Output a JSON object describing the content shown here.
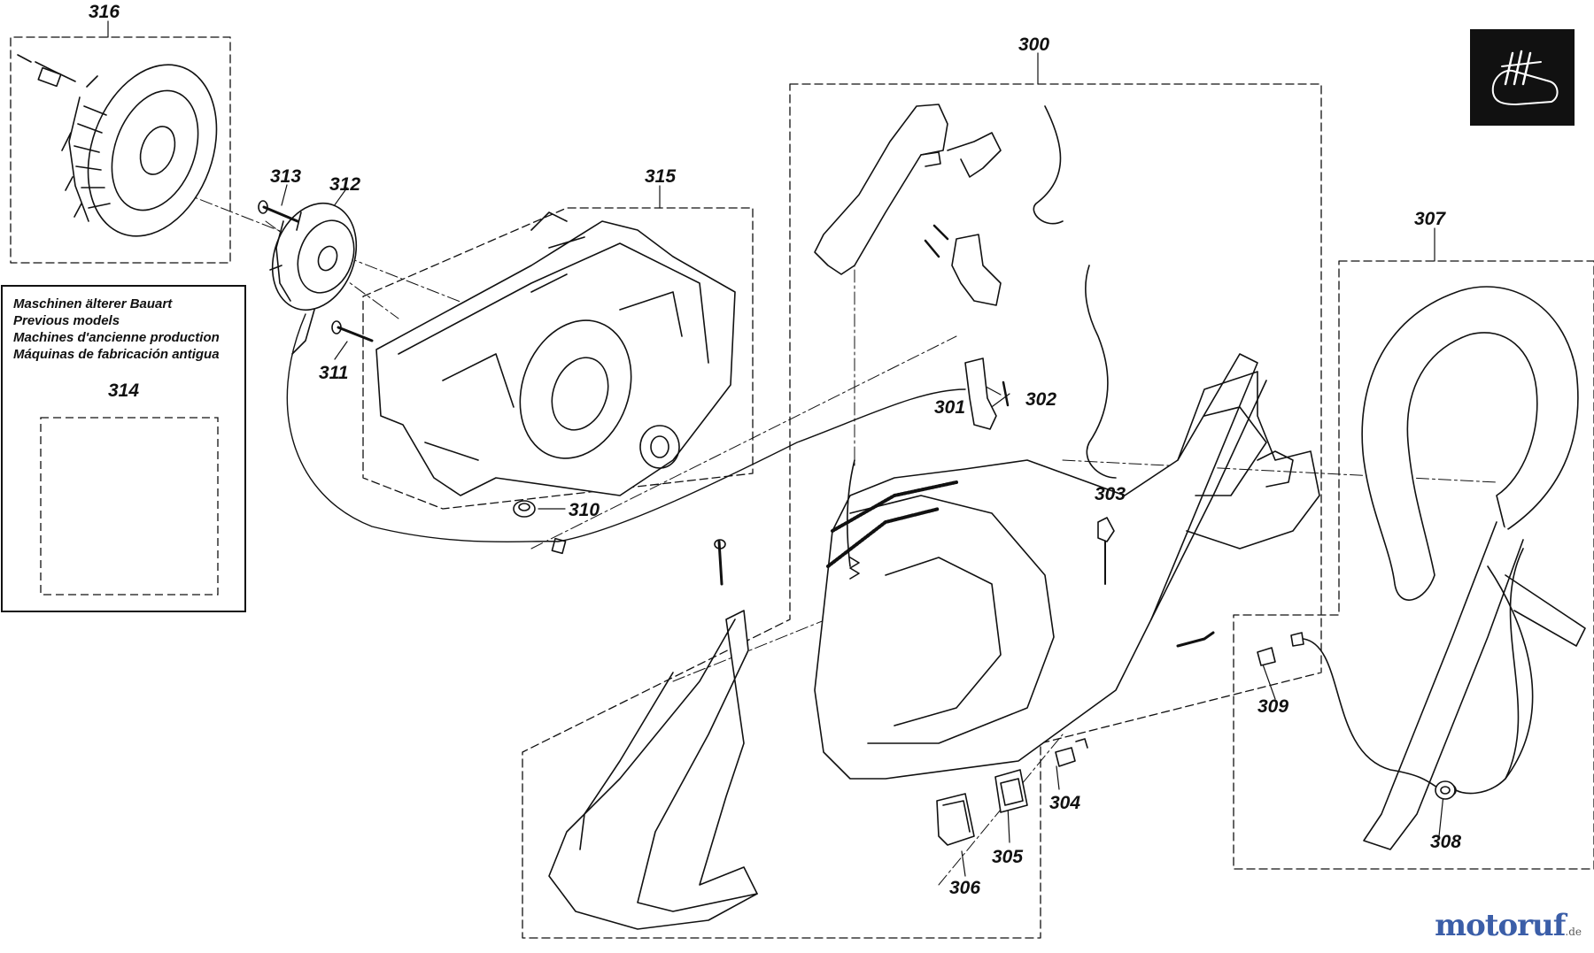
{
  "diagram": {
    "callouts": {
      "c300": "300",
      "c301": "301",
      "c302": "302",
      "c303": "303",
      "c304": "304",
      "c305": "305",
      "c306": "306",
      "c307": "307",
      "c308": "308",
      "c309": "309",
      "c310": "310",
      "c311": "311",
      "c312": "312",
      "c313": "313",
      "c314": "314",
      "c315": "315",
      "c316": "316"
    },
    "legend_box": {
      "lines": [
        "Maschinen älterer Bauart",
        "Previous models",
        "Machines d'ancienne production",
        "Máquinas de fabricación antigua"
      ],
      "part": "314"
    },
    "watermark": {
      "text": "motoruf",
      "suffix": ".de",
      "colors": [
        "#3b5ea8",
        "#e07a1f"
      ]
    },
    "icon": "chainsaw-handle-pictogram"
  }
}
